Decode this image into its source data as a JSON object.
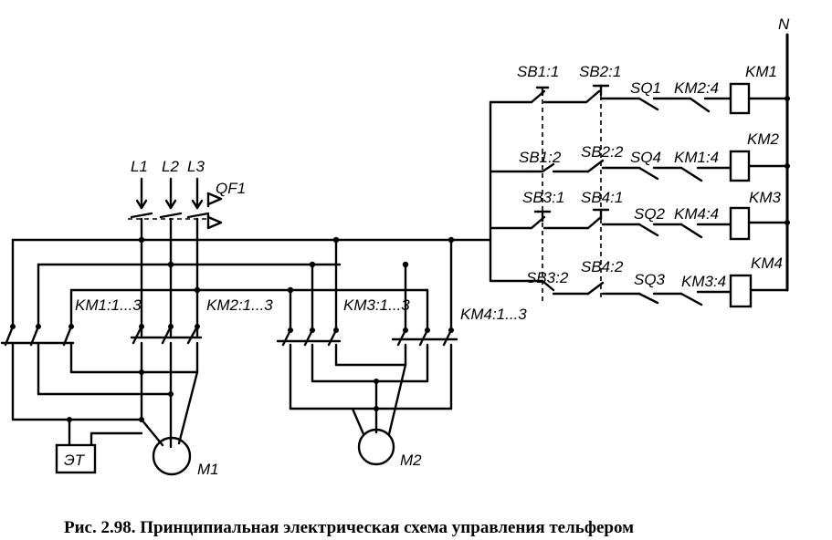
{
  "labels": {
    "n": "N",
    "l1": "L1",
    "l2": "L2",
    "l3": "L3",
    "qf1": "QF1",
    "sb1_1": "SB1:1",
    "sb2_1": "SB2:1",
    "sb1_2": "SB1:2",
    "sb2_2": "SB2:2",
    "sb3_1": "SB3:1",
    "sb4_1": "SB4:1",
    "sb3_2": "SB3:2",
    "sb4_2": "SB4:2",
    "sq1": "SQ1",
    "sq4": "SQ4",
    "sq2": "SQ2",
    "sq3": "SQ3",
    "km2_4": "KM2:4",
    "km1_4": "KM1:4",
    "km4_4": "KM4:4",
    "km3_4": "KM3:4",
    "km1": "KM1",
    "km2": "KM2",
    "km3": "KM3",
    "km4": "KM4",
    "km1_13": "KM1:1...3",
    "km2_13": "KM2:1...3",
    "km3_13": "KM3:1...3",
    "km4_13": "KM4:1...3",
    "et": "ЭТ",
    "m1": "M1",
    "m2": "M2"
  },
  "caption": "Рис. 2.98. Принципиальная электрическая схема управления тельфером"
}
